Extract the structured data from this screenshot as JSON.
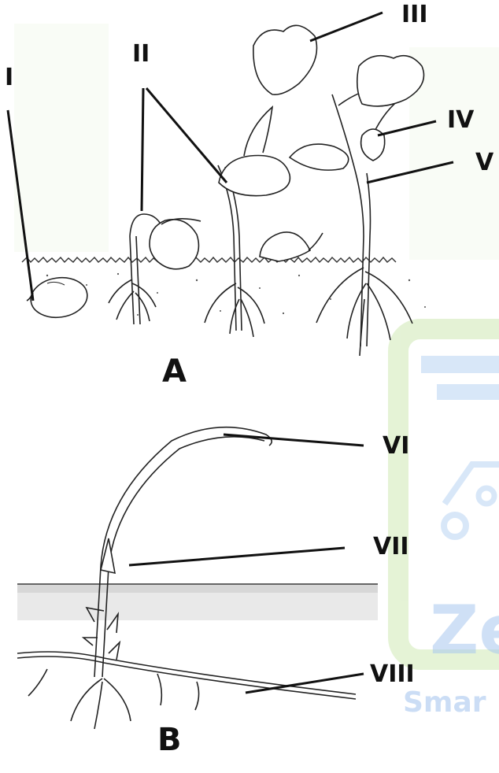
{
  "figure": {
    "panel_a": "A",
    "panel_b": "B",
    "labels": {
      "l1": "I",
      "l2": "II",
      "l3": "III",
      "l4": "IV",
      "l5": "V",
      "l6": "VI",
      "l7": "VII",
      "l8": "VIII"
    }
  },
  "watermark": {
    "word": "Ze",
    "tagline": "Smar",
    "color_frame": "#cfe9b4",
    "color_text": "#a9c8ef"
  }
}
